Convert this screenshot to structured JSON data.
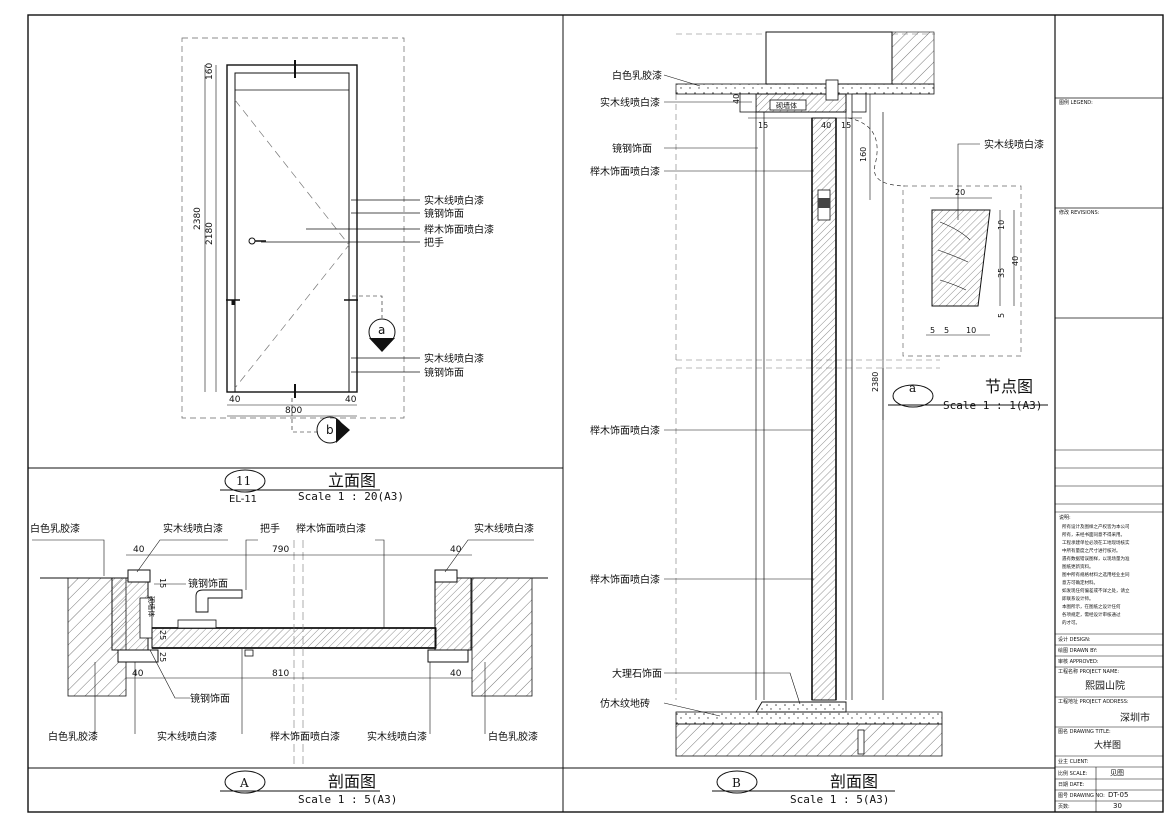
{
  "elevation": {
    "labels": [
      "实木线喷白漆",
      "镜钢饰面",
      "榉木饰面喷白漆",
      "把手",
      "实木线喷白漆",
      "镜钢饰面"
    ],
    "dims": {
      "top": "160",
      "total": "2380",
      "door": "2180",
      "side_l": "40",
      "width": "800",
      "side_r": "40"
    },
    "callout_a": "a",
    "callout_b": "b",
    "title": {
      "num": "11",
      "code": "EL-11",
      "name": "立面图",
      "scale": "Scale 1 : 20(A3)"
    }
  },
  "section_a": {
    "top_labels": [
      "白色乳胶漆",
      "实木线喷白漆",
      "把手",
      "榉木饰面喷白漆",
      "实木线喷白漆"
    ],
    "mid_labels": [
      "镜钢饰面",
      "镜钢饰面"
    ],
    "wall_label": "砌墙体",
    "bottom_labels": [
      "白色乳胶漆",
      "实木线喷白漆",
      "榉木饰面喷白漆",
      "实木线喷白漆",
      "白色乳胶漆"
    ],
    "dims": {
      "top_l": "40",
      "top_w": "790",
      "top_r": "40",
      "bot_l": "40",
      "bot_w": "810",
      "bot_r": "40",
      "v1": "15",
      "v2": "25",
      "v3": "25"
    },
    "title": {
      "num": "A",
      "name": "剖面图",
      "scale": "Scale 1 : 5(A3)"
    }
  },
  "section_b": {
    "labels": [
      "白色乳胶漆",
      "实木线喷白漆",
      "镜钢饰面",
      "榉木饰面喷白漆",
      "榉木饰面喷白漆",
      "榉木饰面喷白漆",
      "大理石饰面",
      "仿木纹地砖"
    ],
    "wall_label": "砌墙体",
    "dims": {
      "d40a": "40",
      "d15": "15",
      "d40b": "40",
      "d15b": "15",
      "d160": "160",
      "d2380": "2380"
    },
    "title": {
      "num": "B",
      "name": "剖面图",
      "scale": "Scale 1 : 5(A3)"
    }
  },
  "detail_a": {
    "label": "实木线喷白漆",
    "dims": {
      "w": "20",
      "h1": "10",
      "h2": "35",
      "h3": "40",
      "h4": "5",
      "b1": "5",
      "b2": "5",
      "b3": "10"
    },
    "title": {
      "num": "a",
      "name": "节点图",
      "scale": "Scale 1 : 1(A3)"
    }
  },
  "title_block": {
    "legend": "图例 LEGEND:",
    "revisions": "修改 REVISIONS:",
    "notes_label": "说明:",
    "notes": [
      "所有设计及图样之产权皆为本公司",
      "所有，未经书面同意不得采用。",
      "工程承建单位必须在工地现场核实",
      "中所有量度之尺寸进行核对。",
      "遇有数据错误图样，以现场量为准",
      "图纸更新资料。",
      "图中所有规格材料之选用经业主同",
      "意方可确定材料。",
      "如发现任何偏差或不详之处，请立",
      "即联系设计师。",
      "本图所示，在图纸之设计任何",
      "各项规定，需经设计审核通过",
      "的才可。"
    ],
    "designer": "设计 DESIGN:",
    "drawn": "绘图 DRAWN BY:",
    "approved": "审核 APPROVED:",
    "project_label": "工程名称 PROJECT NAME:",
    "project": "熙园山院",
    "address_label": "工程地址 PROJECT ADDRESS:",
    "address": "深圳市",
    "drawing_title_label": "图名 DRAWING TITLE:",
    "drawing_title": "大样图",
    "client_label": "业主 CLIENT:",
    "scale_label": "比例 SCALE:",
    "scale": "见图",
    "date_label": "日期 DATE:",
    "date": "",
    "drawing_no_label": "图号 DRAWING NO:",
    "drawing_no": "DT-05",
    "page_label": "页数:",
    "page": "30"
  }
}
